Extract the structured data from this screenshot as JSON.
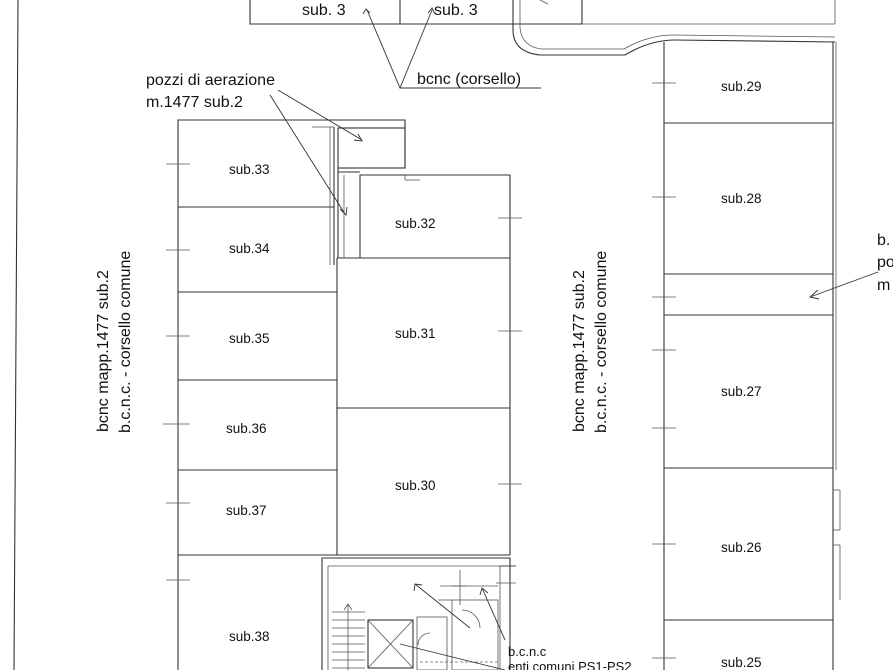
{
  "top": {
    "sub_left": "sub. 3",
    "sub_right": "sub. 3",
    "bcnc_label": "bcnc (corsello)"
  },
  "vents": {
    "line1": "pozzi di aerazione",
    "line2": "m.1477 sub.2"
  },
  "left_corridor": {
    "line1": "bcnc mapp.1477 sub.2",
    "line2": "b.c.n.c. - corsello comune"
  },
  "center_corridor": {
    "line1": "bcnc mapp.1477 sub.2",
    "line2": "b.c.n.c. - corsello comune"
  },
  "rooms": {
    "sub33": "sub.33",
    "sub34": "sub.34",
    "sub35": "sub.35",
    "sub36": "sub.36",
    "sub37": "sub.37",
    "sub38": "sub.38",
    "sub32": "sub.32",
    "sub31": "sub.31",
    "sub30": "sub.30",
    "sub29": "sub.29",
    "sub28": "sub.28",
    "sub27": "sub.27",
    "sub26": "sub.26",
    "sub25": "sub.25"
  },
  "bottom_note": {
    "line1": "b.c.n.c",
    "line2": "enti comuni PS1-PS2"
  },
  "right_cut": {
    "line1": "b.",
    "line2": "po",
    "line3": "m"
  }
}
